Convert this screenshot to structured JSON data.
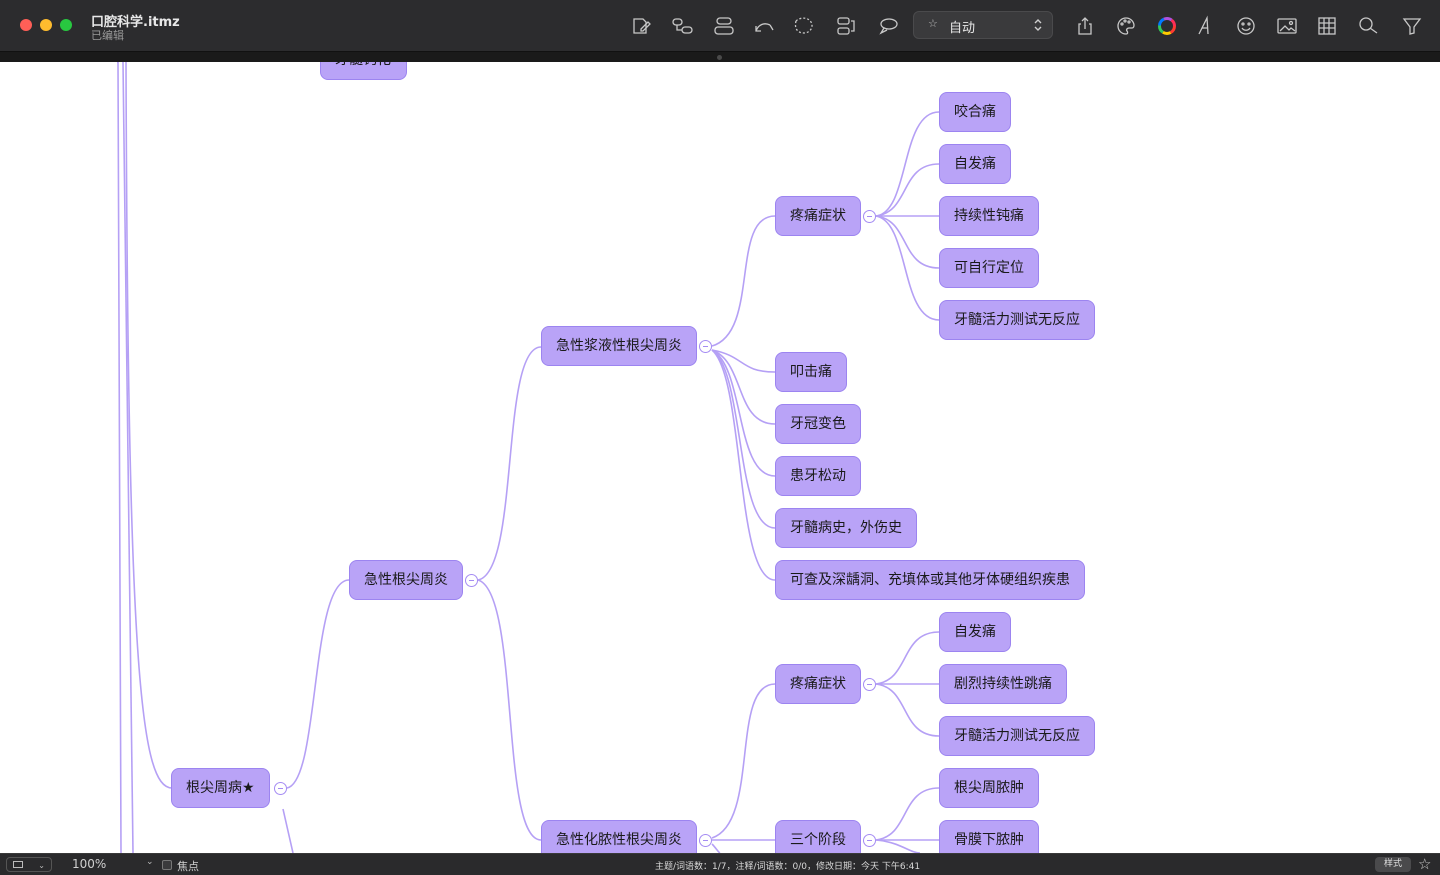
{
  "window": {
    "title": "口腔科学.itmz",
    "subtitle": "已编辑"
  },
  "toolbar": {
    "icons": [
      "note-icon",
      "topic-insert-icon",
      "subtopic-insert-icon",
      "undo-icon",
      "boundary-icon",
      "relation-icon",
      "callout-icon",
      "share-icon",
      "palette-icon",
      "color-wheel-icon",
      "font-icon",
      "emoji-icon",
      "image-icon",
      "table-icon",
      "search-icon",
      "filter-icon"
    ],
    "style_select": "自动",
    "style_star": "☆"
  },
  "mindmap": {
    "partial_top": "牙髓钙化",
    "root": "根尖周病★",
    "acute": "急性根尖周炎",
    "serous": "急性浆液性根尖周炎",
    "pain1": "疼痛症状",
    "pain1_children": [
      "咬合痛",
      "自发痛",
      "持续性钝痛",
      "可自行定位",
      "牙髓活力测试无反应"
    ],
    "serous_children": [
      "叩击痛",
      "牙冠变色",
      "患牙松动",
      "牙髓病史，外伤史",
      "可查及深龋洞、充填体或其他牙体硬组织疾患"
    ],
    "purulent": "急性化脓性根尖周炎",
    "pain2": "疼痛症状",
    "pain2_children": [
      "自发痛",
      "剧烈持续性跳痛",
      "牙髓活力测试无反应"
    ],
    "stages": "三个阶段",
    "stages_children": [
      "根尖周脓肿",
      "骨膜下脓肿"
    ]
  },
  "statusbar": {
    "zoom": "100%",
    "focus_label": "焦点",
    "stats": "主题/词语数：1/7，注释/词语数：0/0，修改日期：今天 下午6:41",
    "style_button": "样式",
    "star": "☆"
  },
  "colors": {
    "node_fill": "#b9a3f7",
    "node_border": "#9c84f0",
    "link": "#b5a0f5",
    "titlebar": "#2c2c2e"
  }
}
